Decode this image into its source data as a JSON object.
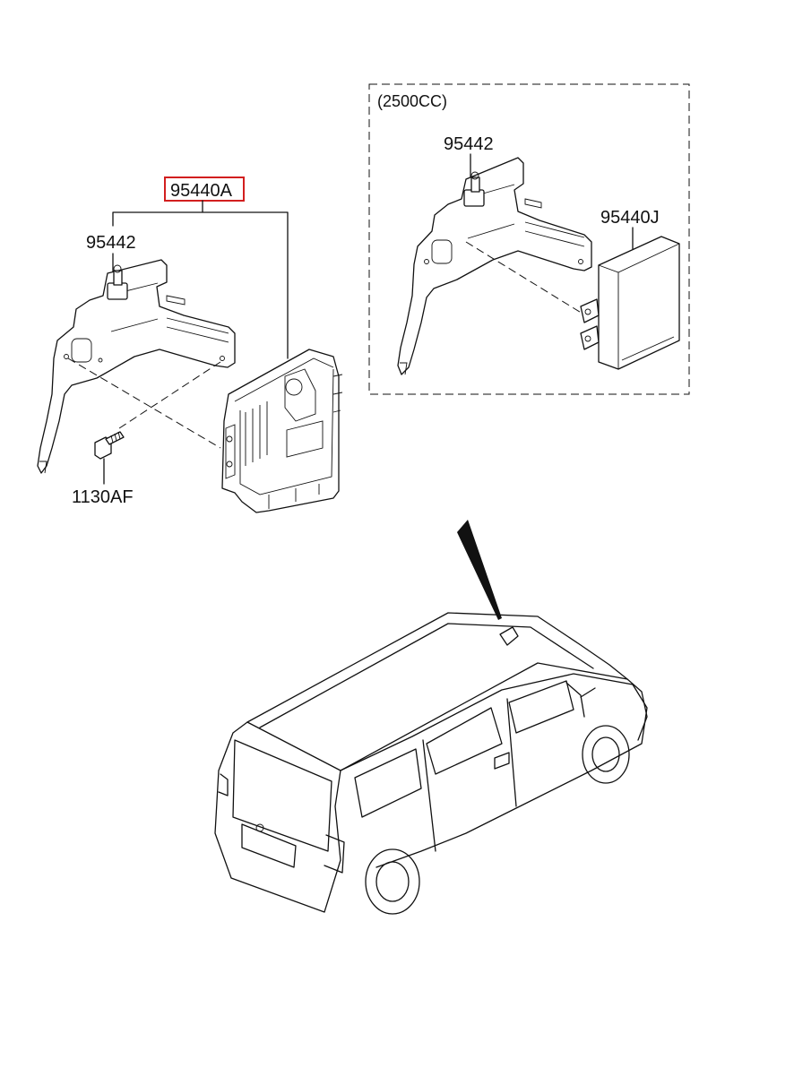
{
  "labels": {
    "main_assembly": "95440A",
    "bracket_left": "95442",
    "bolt": "1130AF",
    "variant_note": "(2500CC)",
    "bracket_right": "95442",
    "module_right": "95440J"
  },
  "colors": {
    "highlight": "#d21f1f",
    "line": "#111111",
    "background": "#ffffff"
  }
}
